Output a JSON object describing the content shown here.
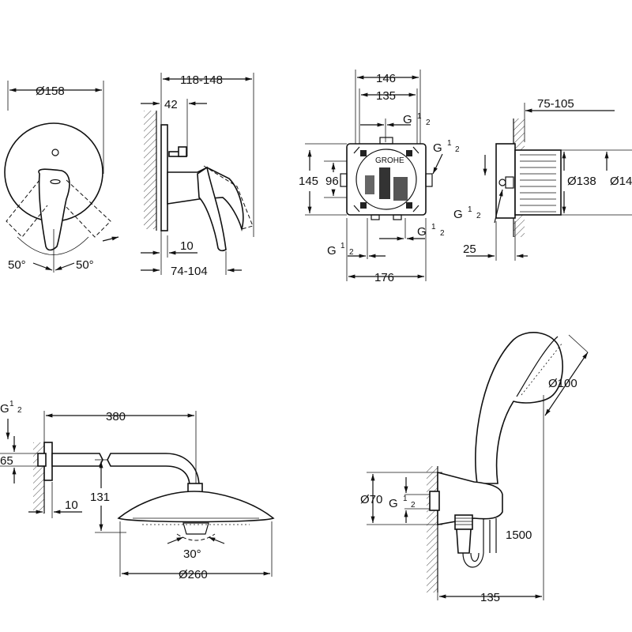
{
  "mixer_front": {
    "diameter": "Ø158",
    "angle_left": "50°",
    "angle_right": "50°"
  },
  "mixer_side": {
    "projection": "118-148",
    "depth_42": "42",
    "plate_10": "10",
    "range_74_104": "74-104"
  },
  "box_front": {
    "w146": "146",
    "w135": "135",
    "h145": "145",
    "h96": "96",
    "w176": "176",
    "thread_G": "G",
    "thread_num": "1",
    "thread_den": "2",
    "brand": "GROHE"
  },
  "box_side": {
    "range_75_105": "75-105",
    "d138": "Ø138",
    "d14x": "Ø14",
    "dim_25": "25",
    "thread_G": "G",
    "thread_num": "1",
    "thread_den": "2"
  },
  "head_shower": {
    "arm_380": "380",
    "h65": "65",
    "h131": "131",
    "wall_10": "10",
    "tilt_30": "30°",
    "d260": "Ø260",
    "thread_G": "G",
    "thread_num": "1",
    "thread_den": "2"
  },
  "hand_shower": {
    "d100": "Ø100",
    "d70": "Ø70",
    "hose_1500": "1500",
    "w135": "135",
    "thread_G": "G",
    "thread_num": "1",
    "thread_den": "2"
  }
}
